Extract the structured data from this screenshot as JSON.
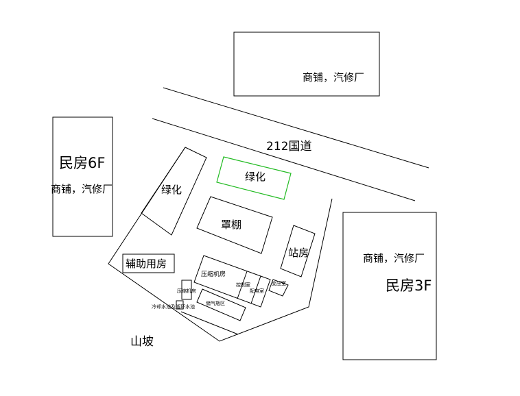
{
  "labels": {
    "shop_top": "商铺，汽修厂",
    "road": "212国道",
    "green_top": "绿化",
    "green_left": "绿化",
    "canopy": "罩棚",
    "station": "站房",
    "aux": "辅助用房",
    "house_left_title": "民房6F",
    "house_left_shop": "商铺，汽修厂",
    "house_right_shop": "商铺，汽修厂",
    "house_right_title": "民房3F",
    "compressor_room": "压缩机房",
    "control_room": "控制室",
    "power_room": "配电室",
    "transformer_room": "变压室",
    "compressor_room2": "压缩机房",
    "cooling_pool": "冷却水池及循环水池",
    "storage": "储气瓶区",
    "hill": "山坡"
  },
  "colors": {
    "line": "#000000",
    "green_box": "#22bb22"
  }
}
